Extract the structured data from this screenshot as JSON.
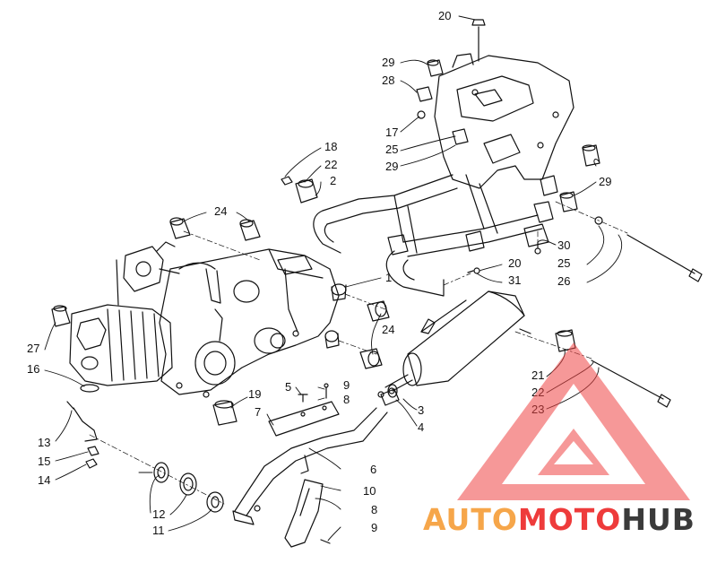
{
  "diagram": {
    "callouts": [
      {
        "id": "c20a",
        "text": "20"
      },
      {
        "id": "c29a",
        "text": "29"
      },
      {
        "id": "c28",
        "text": "28"
      },
      {
        "id": "c17",
        "text": "17"
      },
      {
        "id": "c25a",
        "text": "25"
      },
      {
        "id": "c29b",
        "text": "29"
      },
      {
        "id": "c18",
        "text": "18"
      },
      {
        "id": "c22a",
        "text": "22"
      },
      {
        "id": "c2",
        "text": "2"
      },
      {
        "id": "c29c",
        "text": "29"
      },
      {
        "id": "c24a",
        "text": "24"
      },
      {
        "id": "c30",
        "text": "30"
      },
      {
        "id": "c20b",
        "text": "20"
      },
      {
        "id": "c25b",
        "text": "25"
      },
      {
        "id": "c31",
        "text": "31"
      },
      {
        "id": "c26",
        "text": "26"
      },
      {
        "id": "c1",
        "text": "1"
      },
      {
        "id": "c27",
        "text": "27"
      },
      {
        "id": "c24b",
        "text": "24"
      },
      {
        "id": "c16",
        "text": "16"
      },
      {
        "id": "c21",
        "text": "21"
      },
      {
        "id": "c22b",
        "text": "22"
      },
      {
        "id": "c23",
        "text": "23"
      },
      {
        "id": "c5",
        "text": "5"
      },
      {
        "id": "c9a",
        "text": "9"
      },
      {
        "id": "c8a",
        "text": "8"
      },
      {
        "id": "c19",
        "text": "19"
      },
      {
        "id": "c7",
        "text": "7"
      },
      {
        "id": "c3",
        "text": "3"
      },
      {
        "id": "c4",
        "text": "4"
      },
      {
        "id": "c13",
        "text": "13"
      },
      {
        "id": "c15",
        "text": "15"
      },
      {
        "id": "c14",
        "text": "14"
      },
      {
        "id": "c6",
        "text": "6"
      },
      {
        "id": "c10",
        "text": "10"
      },
      {
        "id": "c12",
        "text": "12"
      },
      {
        "id": "c8b",
        "text": "8"
      },
      {
        "id": "c11",
        "text": "11"
      },
      {
        "id": "c9b",
        "text": "9"
      }
    ]
  },
  "watermark": {
    "word_auto": "AUTO",
    "word_moto": "MOTO",
    "word_hub": "HUB",
    "colors": {
      "triangle": "#ef4444",
      "auto": "#f6a64a",
      "moto": "#ee3b3b",
      "hub": "#3a3a3a"
    }
  }
}
